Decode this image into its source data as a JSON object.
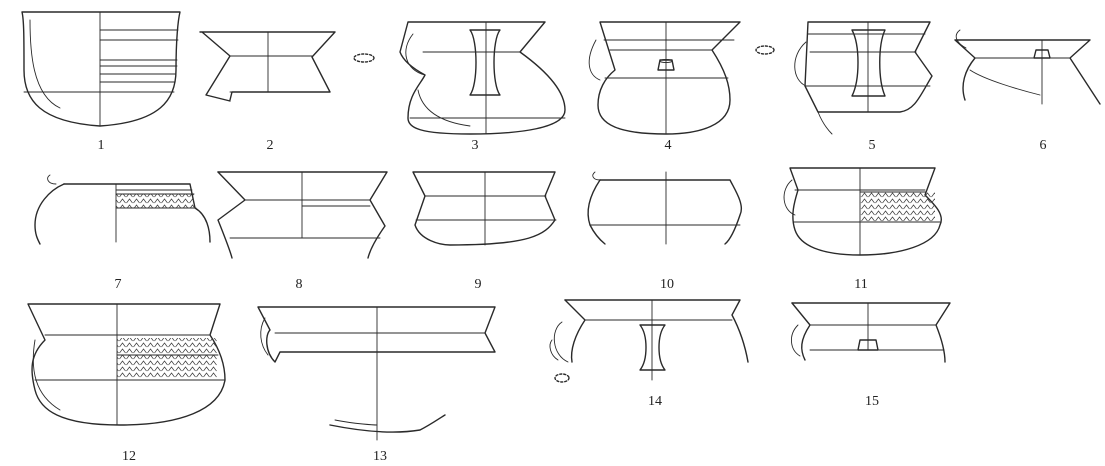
{
  "figure": {
    "figure_numbers": [
      "1",
      "2",
      "3",
      "4",
      "5",
      "6",
      "7",
      "8",
      "9",
      "10",
      "11",
      "12",
      "13",
      "14",
      "15"
    ],
    "ink_color": "#2a2a2a",
    "background_color": "#ffffff"
  }
}
